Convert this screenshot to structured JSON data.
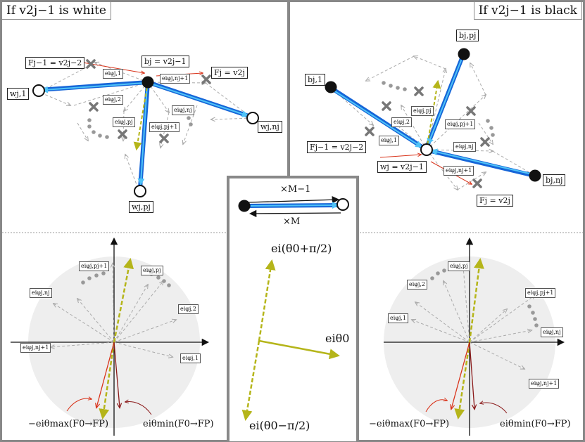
{
  "panels": {
    "left_title": "If v2j−1 is white",
    "right_title": "If v2j−1 is black"
  },
  "left_graph_labels": {
    "F_prev": "Fj−1 = v2j−2",
    "b_j": "bj = v2j−1",
    "F_j": "Fj = v2j",
    "w_1": "wj,1",
    "w_n": "wj,nj",
    "w_p": "wj,pj",
    "e1": "eiφj,1",
    "e2": "eiφj,2",
    "ep": "eiφj,pj",
    "ep1": "eiφj,pj+1",
    "enj": "eiφj,nj",
    "enj1": "eiφj,nj+1"
  },
  "right_graph_labels": {
    "b_p": "bj,pj",
    "b_1": "bj,1",
    "b_n": "bj,nj",
    "F_prev": "Fj−1 = v2j−2",
    "w_j": "wj = v2j−1",
    "F_j": "Fj = v2j",
    "ep": "eiφj,pj",
    "e2": "eiφj,2",
    "ep1": "eiφj,pj+1",
    "e1": "eiφj,1",
    "enj": "eiφj,nj",
    "enj1": "eiφj,nj+1"
  },
  "middle": {
    "top_label": "×M−1",
    "bottom_label": "×M",
    "up_vector": "ei(θ0+π/2)",
    "right_vector": "eiθ0",
    "down_vector": "ei(θ0−π/2)"
  },
  "bottom_left_labels": {
    "ep1": "eiφj,pj+1",
    "ep": "eiφj,pj",
    "enj": "eiφj,nj",
    "e2": "eiφj,2",
    "enj1": "eiφj,nj+1",
    "e1": "eiφj,1",
    "theta_max": "−eiθmax(F0→FP)",
    "theta_min": "eiθmin(F0→FP)"
  },
  "bottom_right_labels": {
    "ep": "eiφj,pj",
    "e2": "eiφj,2",
    "ep1": "eiφj,pj+1",
    "e1": "eiφj,1",
    "enj": "eiφj,nj",
    "enj1": "eiφj,nj+1",
    "theta_max": "−eiθmax(F0→FP)",
    "theta_min": "eiθmin(F0→FP)"
  },
  "colors": {
    "edge_blue": "#1565d8",
    "edge_cyan": "#4fc3f7",
    "olive": "#b5b51a",
    "red": "#d9331a",
    "dark_red": "#8b1a1a",
    "gray_dashed": "#aaaaaa",
    "cross": "#777777",
    "disc": "#eeeeee"
  }
}
